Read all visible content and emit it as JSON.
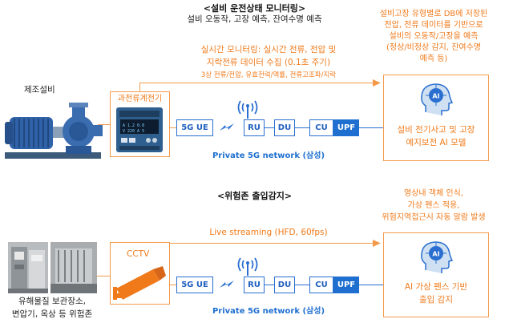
{
  "top": {
    "title": "<설비 운전상태 모니터링>",
    "subtitle": "설비 오동작, 고장 예측, 잔여수명 예측",
    "equipment_label": "제조설비",
    "sensor_label": "과전류계전기",
    "stream_line1": "실시간 모니터링: 실시간 전류, 전압 및",
    "stream_line2": "지락전류 데이터 수집 (0.1초 주기)",
    "stream_detail": "3상 전류/전압, 유효전력/역률, 전류고조파/지락",
    "ai_desc_line1": "설비고장 유형별로 DB에 저장된",
    "ai_desc_line2": "전압, 전류 데이터를 기반으로",
    "ai_desc_line3": "설비의 오동작/고장을 예측",
    "ai_desc_line4": "(정상/비정상 감지, 잔여수명",
    "ai_desc_line5": "예측 등)",
    "ai_model_line1": "설비 전기사고 및 고장",
    "ai_model_line2": "예지보전 AI 모델",
    "network_label": "Private 5G network (삼성)"
  },
  "bottom": {
    "title": "<위험존 출입감지>",
    "camera_label": "CCTV",
    "stream_label": "Live streaming (HFD, 60fps)",
    "site_line1": "유해물질 보관장소,",
    "site_line2": "변압기, 옥상 등 위험존",
    "ai_desc_line1": "영상내 객체 인식,",
    "ai_desc_line2": "가상 펜스 적용,",
    "ai_desc_line3": "위험지역접근시 자동 알람 발생",
    "ai_model_line1": "AI 가상 펜스 기반",
    "ai_model_line2": "출입 감지",
    "network_label": "Private 5G network (삼성)"
  },
  "network": {
    "ue": "5G UE",
    "ru": "RU",
    "du": "DU",
    "cu": "CU",
    "upf": "UPF"
  },
  "icons": {
    "ai_head": "ai-head-icon",
    "lightning": "lightning-icon",
    "antenna": "antenna-icon"
  },
  "colors": {
    "accent_orange": "#f07a1a",
    "accent_blue": "#1f6fd0"
  }
}
